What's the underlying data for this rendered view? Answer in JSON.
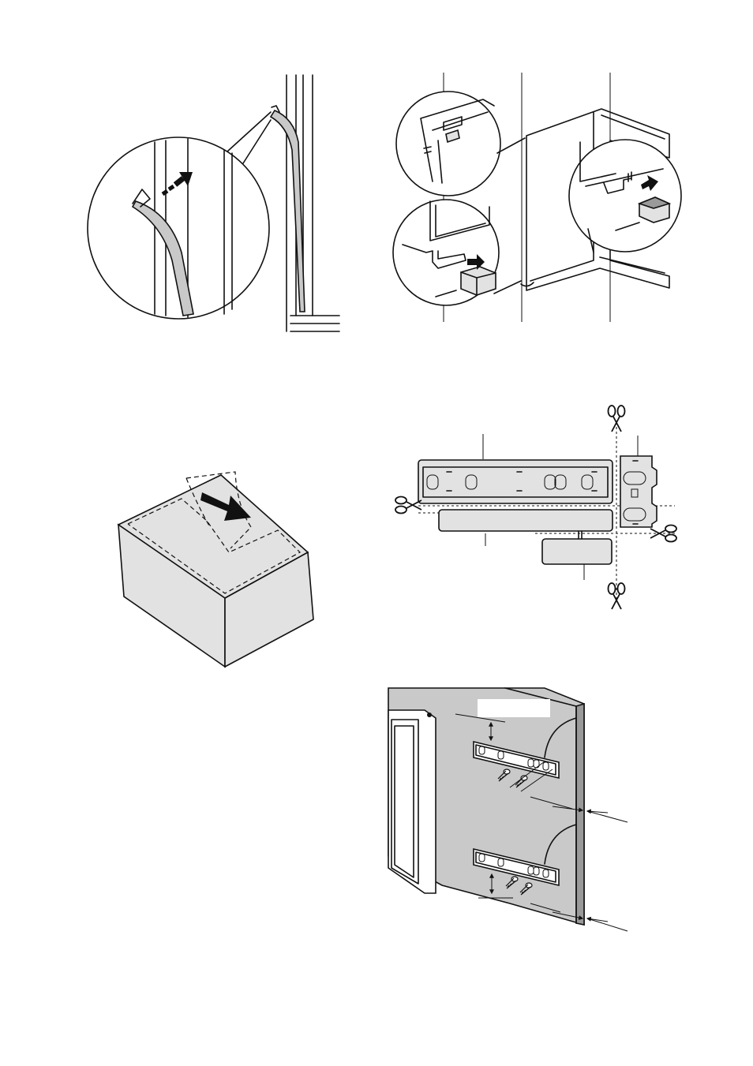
{
  "figures": [
    {
      "id": "seal-insertion",
      "icons": [
        "magnifier-circle",
        "arrow-icon"
      ]
    },
    {
      "id": "hinge-cover-fitting",
      "icons": [
        "magnifier-circle",
        "arrow-icon"
      ]
    },
    {
      "id": "tape-removal",
      "icons": [
        "arrow-icon"
      ]
    },
    {
      "id": "bracket-cutting",
      "icons": [
        "scissors-icon"
      ]
    },
    {
      "id": "bracket-mounting",
      "icons": [
        "screw-icon",
        "dimension-arrow"
      ]
    }
  ],
  "colors": {
    "line": "#111111",
    "panel": "#c9c9c9",
    "light": "#e2e2e2",
    "dark": "#9a9a9a",
    "background": "#ffffff"
  }
}
